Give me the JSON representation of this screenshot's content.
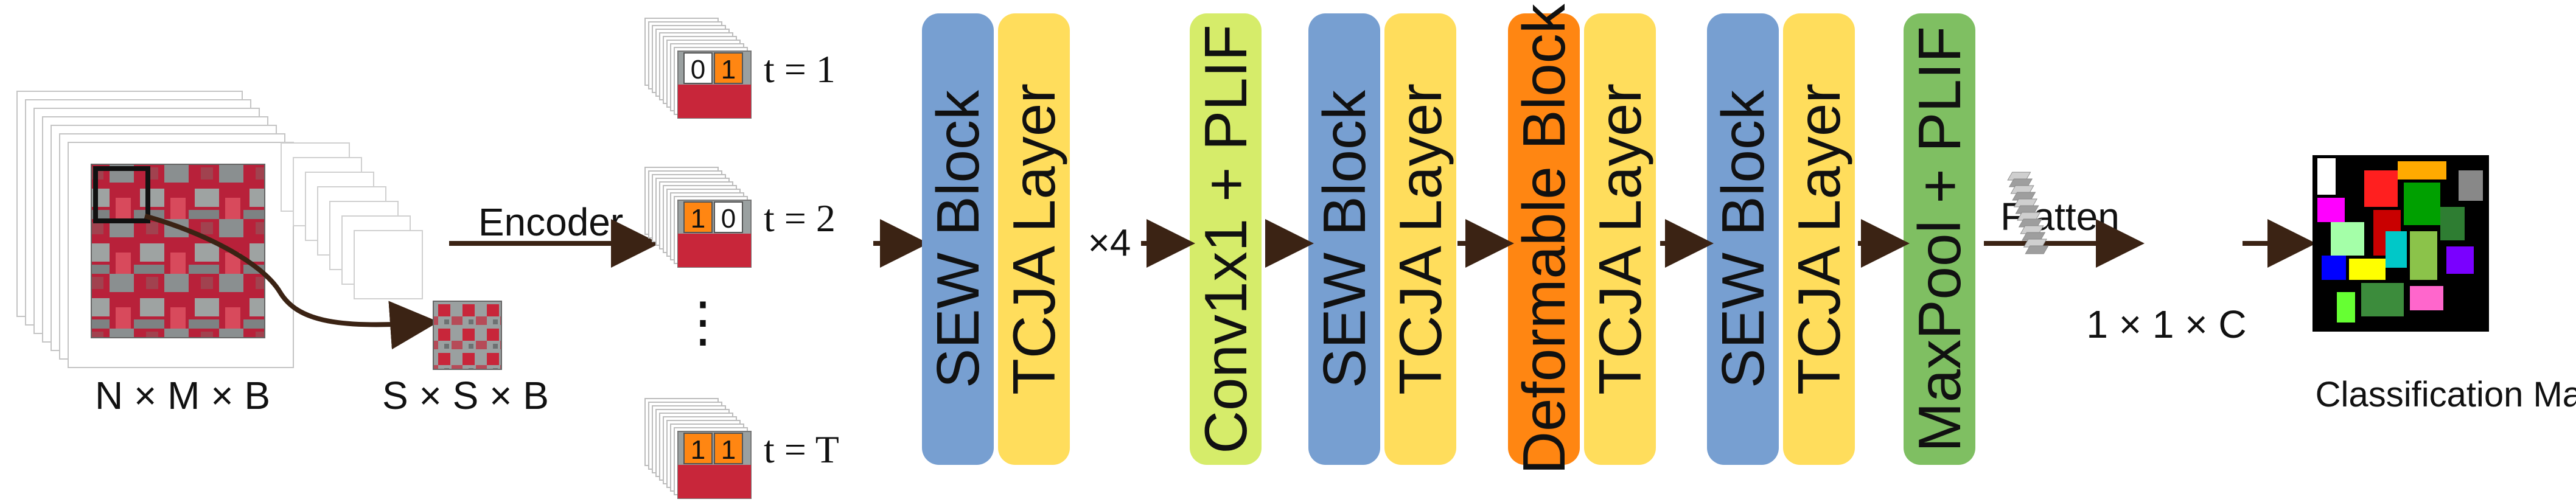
{
  "input": {
    "cube_label": "N × M × B",
    "patch_label": "S × S × B"
  },
  "encoder": {
    "label": "Encoder",
    "steps": [
      {
        "label": "t = 1",
        "bits": [
          "0",
          "1"
        ],
        "active": [
          false,
          true
        ]
      },
      {
        "label": "t = 2",
        "bits": [
          "1",
          "0"
        ],
        "active": [
          true,
          false
        ]
      },
      {
        "label": "t = T",
        "bits": [
          "1",
          "1"
        ],
        "active": [
          true,
          true
        ]
      }
    ],
    "ellipsis": "⋮"
  },
  "blocks": [
    {
      "id": "sew-block-1",
      "label": "SEW Block",
      "color": "#779fd1"
    },
    {
      "id": "tcja-layer-1",
      "label": "TCJA Layer",
      "color": "#ffdd5c"
    },
    {
      "id": "conv-plif",
      "label": "Conv1x1 + PLIF",
      "color": "#d6ec6a"
    },
    {
      "id": "sew-block-2",
      "label": "SEW Block",
      "color": "#779fd1"
    },
    {
      "id": "tcja-layer-2",
      "label": "TCJA Layer",
      "color": "#ffdd5c"
    },
    {
      "id": "deformable-block",
      "label": "Deformable Block",
      "color": "#ff8612"
    },
    {
      "id": "tcja-layer-3",
      "label": "TCJA Layer",
      "color": "#ffdd5c"
    },
    {
      "id": "sew-block-3",
      "label": "SEW Block",
      "color": "#779fd1"
    },
    {
      "id": "tcja-layer-4",
      "label": "TCJA Layer",
      "color": "#ffdd5c"
    },
    {
      "id": "maxpool-plif",
      "label": "MaxPool + PLIF",
      "color": "#7fbf62"
    }
  ],
  "repeat_label": "×4",
  "flatten_label": "Flatten",
  "vector_label": "1 × 1 × C",
  "output_label": "Classification Map",
  "colors": {
    "arrow": "#3b2314",
    "spike_on": "#ff8612",
    "hsi_red": "#c8263a",
    "hsi_gray": "#8a8f90"
  }
}
